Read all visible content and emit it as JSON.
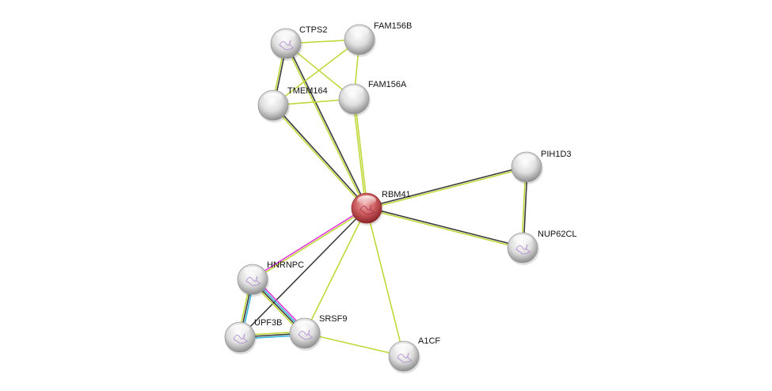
{
  "colors": {
    "neighborhood": "#c2d83a",
    "coexpression": "#3b3b3b",
    "experiments": "#e03ad6",
    "databases": "#35b5d8",
    "query_node": "#c0393e",
    "node": "#d8d8d8"
  },
  "nodes": [
    {
      "id": "CTPS2",
      "label": "CTPS2",
      "query": false,
      "structure": true
    },
    {
      "id": "FAM156B",
      "label": "FAM156B",
      "query": false,
      "structure": false
    },
    {
      "id": "TMEM164",
      "label": "TMEM164",
      "query": false,
      "structure": false
    },
    {
      "id": "FAM156A",
      "label": "FAM156A",
      "query": false,
      "structure": false
    },
    {
      "id": "PIH1D3",
      "label": "PIH1D3",
      "query": false,
      "structure": false
    },
    {
      "id": "RBM41",
      "label": "RBM41",
      "query": true,
      "structure": true
    },
    {
      "id": "NUP62CL",
      "label": "NUP62CL",
      "query": false,
      "structure": true
    },
    {
      "id": "HNRNPC",
      "label": "HNRNPC",
      "query": false,
      "structure": true
    },
    {
      "id": "UPF3B",
      "label": "UPF3B",
      "query": false,
      "structure": true
    },
    {
      "id": "SRSF9",
      "label": "SRSF9",
      "query": false,
      "structure": true
    },
    {
      "id": "A1CF",
      "label": "A1CF",
      "query": false,
      "structure": true
    }
  ],
  "edges": [
    {
      "a": "CTPS2",
      "b": "FAM156B",
      "evidence": [
        "neighborhood"
      ]
    },
    {
      "a": "CTPS2",
      "b": "TMEM164",
      "evidence": [
        "coexpression",
        "neighborhood"
      ]
    },
    {
      "a": "CTPS2",
      "b": "FAM156A",
      "evidence": [
        "neighborhood"
      ]
    },
    {
      "a": "CTPS2",
      "b": "RBM41",
      "evidence": [
        "coexpression",
        "neighborhood"
      ]
    },
    {
      "a": "FAM156B",
      "b": "TMEM164",
      "evidence": [
        "neighborhood"
      ]
    },
    {
      "a": "FAM156B",
      "b": "FAM156A",
      "evidence": [
        "neighborhood"
      ]
    },
    {
      "a": "TMEM164",
      "b": "FAM156A",
      "evidence": [
        "neighborhood"
      ]
    },
    {
      "a": "TMEM164",
      "b": "RBM41",
      "evidence": [
        "coexpression",
        "neighborhood"
      ]
    },
    {
      "a": "FAM156A",
      "b": "RBM41",
      "evidence": [
        "neighborhood",
        "neighborhood"
      ]
    },
    {
      "a": "RBM41",
      "b": "PIH1D3",
      "evidence": [
        "coexpression",
        "neighborhood"
      ]
    },
    {
      "a": "RBM41",
      "b": "NUP62CL",
      "evidence": [
        "coexpression",
        "neighborhood"
      ]
    },
    {
      "a": "PIH1D3",
      "b": "NUP62CL",
      "evidence": [
        "coexpression",
        "neighborhood"
      ]
    },
    {
      "a": "RBM41",
      "b": "HNRNPC",
      "evidence": [
        "neighborhood",
        "experiments"
      ]
    },
    {
      "a": "RBM41",
      "b": "UPF3B",
      "evidence": [
        "coexpression"
      ]
    },
    {
      "a": "RBM41",
      "b": "SRSF9",
      "evidence": [
        "neighborhood"
      ]
    },
    {
      "a": "RBM41",
      "b": "A1CF",
      "evidence": [
        "neighborhood"
      ]
    },
    {
      "a": "HNRNPC",
      "b": "UPF3B",
      "evidence": [
        "databases",
        "coexpression",
        "neighborhood"
      ]
    },
    {
      "a": "HNRNPC",
      "b": "SRSF9",
      "evidence": [
        "experiments",
        "databases",
        "coexpression",
        "neighborhood"
      ]
    },
    {
      "a": "UPF3B",
      "b": "SRSF9",
      "evidence": [
        "neighborhood",
        "coexpression",
        "databases"
      ]
    },
    {
      "a": "SRSF9",
      "b": "A1CF",
      "evidence": [
        "neighborhood"
      ]
    }
  ]
}
